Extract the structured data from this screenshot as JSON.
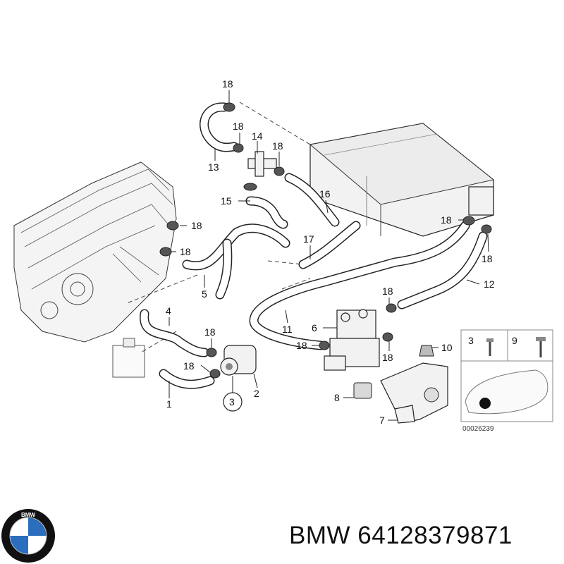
{
  "callouts": {
    "c1": "1",
    "c2": "2",
    "c3": "3",
    "c4": "4",
    "c5": "5",
    "c6": "6",
    "c7": "7",
    "c8": "8",
    "c9": "9",
    "c10": "10",
    "c11": "11",
    "c12": "12",
    "c13": "13",
    "c14": "14",
    "c15": "15",
    "c16": "16",
    "c17": "17",
    "c18": "18"
  },
  "inset": {
    "label_3": "3",
    "label_9": "9"
  },
  "figure_number": "00026239",
  "brand": {
    "text": "BMW 64128379871",
    "logo_letters": "BMW"
  },
  "colors": {
    "line": "#222222",
    "background": "#ffffff",
    "logo_blue": "#2a6ebd"
  }
}
